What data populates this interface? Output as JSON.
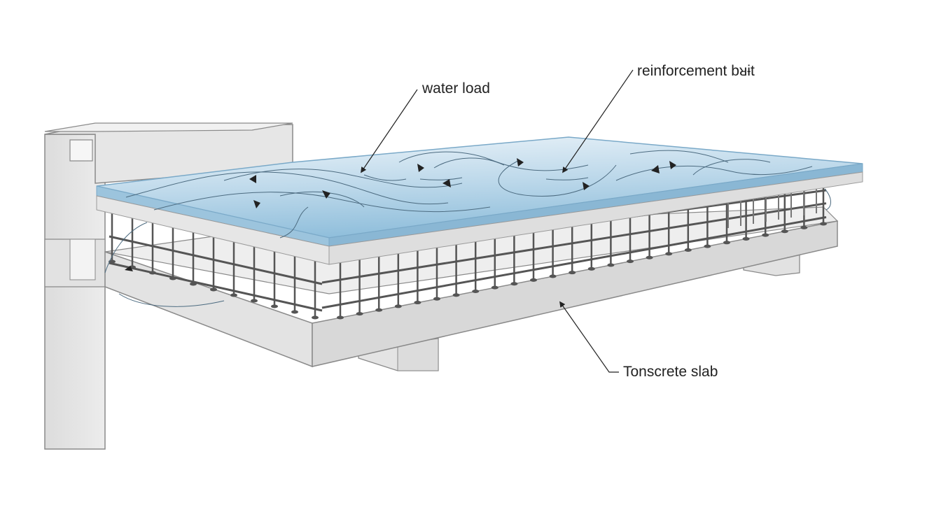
{
  "labels": {
    "water_load": "water load",
    "reinforcement": "reinforcement bᴚɨt",
    "slab": "Tonscrete slab"
  },
  "colors": {
    "concrete": "#e9e9e9",
    "concrete_shade": "#d6d6d6",
    "concrete_edge": "#8a8a8a",
    "water_top": "#a9cde4",
    "water_light": "#eaf3f9",
    "rebar": "#555555",
    "line": "#333333"
  }
}
